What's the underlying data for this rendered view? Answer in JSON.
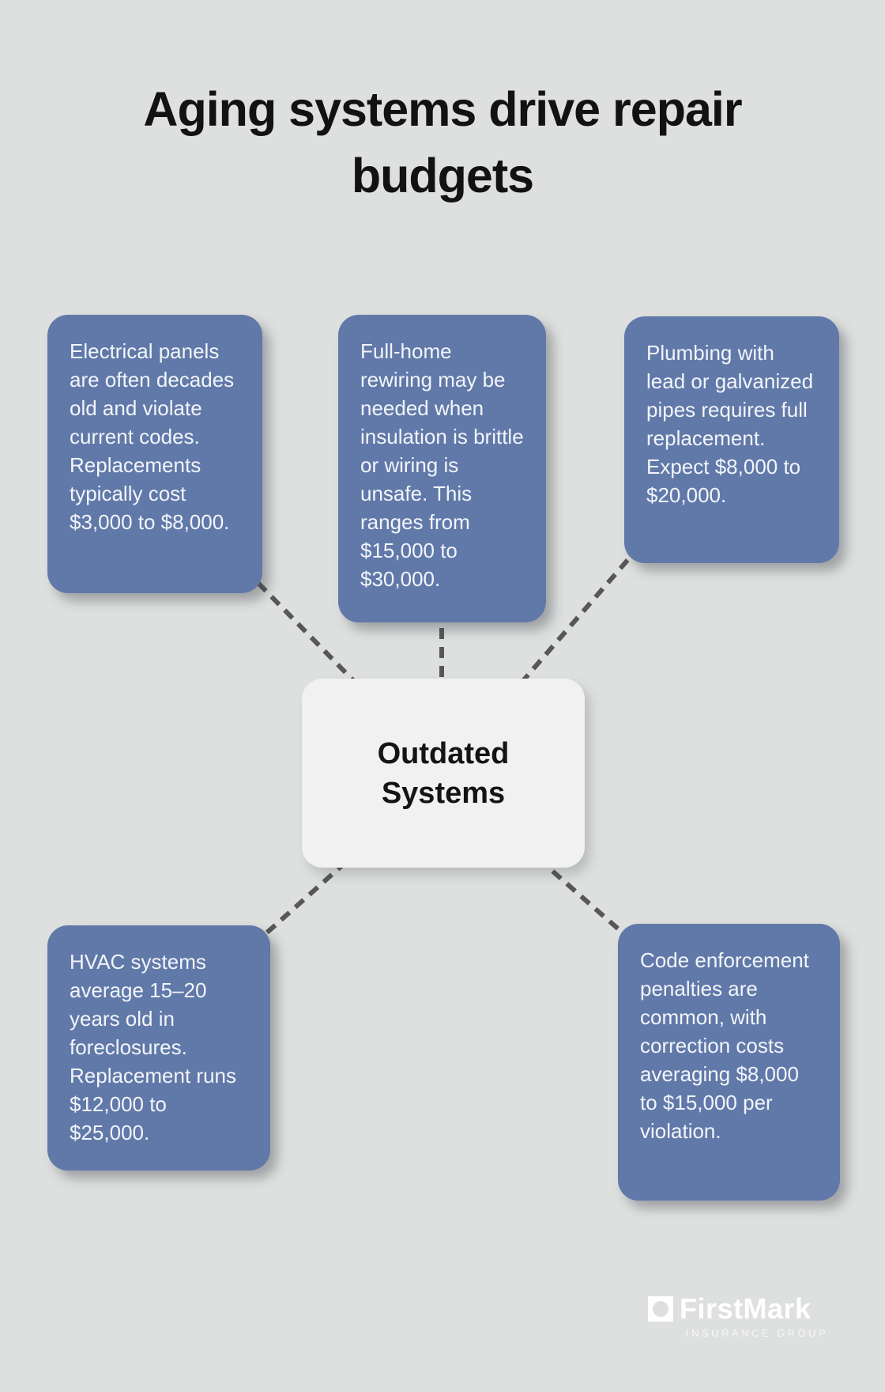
{
  "title": "Aging systems drive repair budgets",
  "center": {
    "label": "Outdated Systems"
  },
  "cards": [
    {
      "id": "electrical",
      "text": "Electrical panels are often decades old and violate current codes. Replacements typically cost $3,000 to $8,000."
    },
    {
      "id": "rewiring",
      "text": "Full-home rewiring may be needed when insulation is brittle or wiring is unsafe. This ranges from $15,000 to $30,000."
    },
    {
      "id": "plumbing",
      "text": "Plumbing with lead or galvanized pipes requires full replacement. Expect $8,000 to $20,000."
    },
    {
      "id": "hvac",
      "text": "HVAC systems average 15–20 years old in foreclosures. Replacement runs $12,000 to $25,000."
    },
    {
      "id": "code",
      "text": "Code enforcement penalties are common, with correction costs averaging $8,000 to $15,000 per violation."
    }
  ],
  "logo": {
    "name": "FirstMark",
    "tagline": "INSURANCE GROUP",
    "icon": "square-with-circle-hole-icon"
  },
  "colors": {
    "background": "#dee0df",
    "card": "#6179a9",
    "card_text": "#f2f5f9",
    "center_bg": "#f0f1f0",
    "connector": "#575757",
    "title_text": "#121212",
    "logo_text": "#ffffff"
  }
}
